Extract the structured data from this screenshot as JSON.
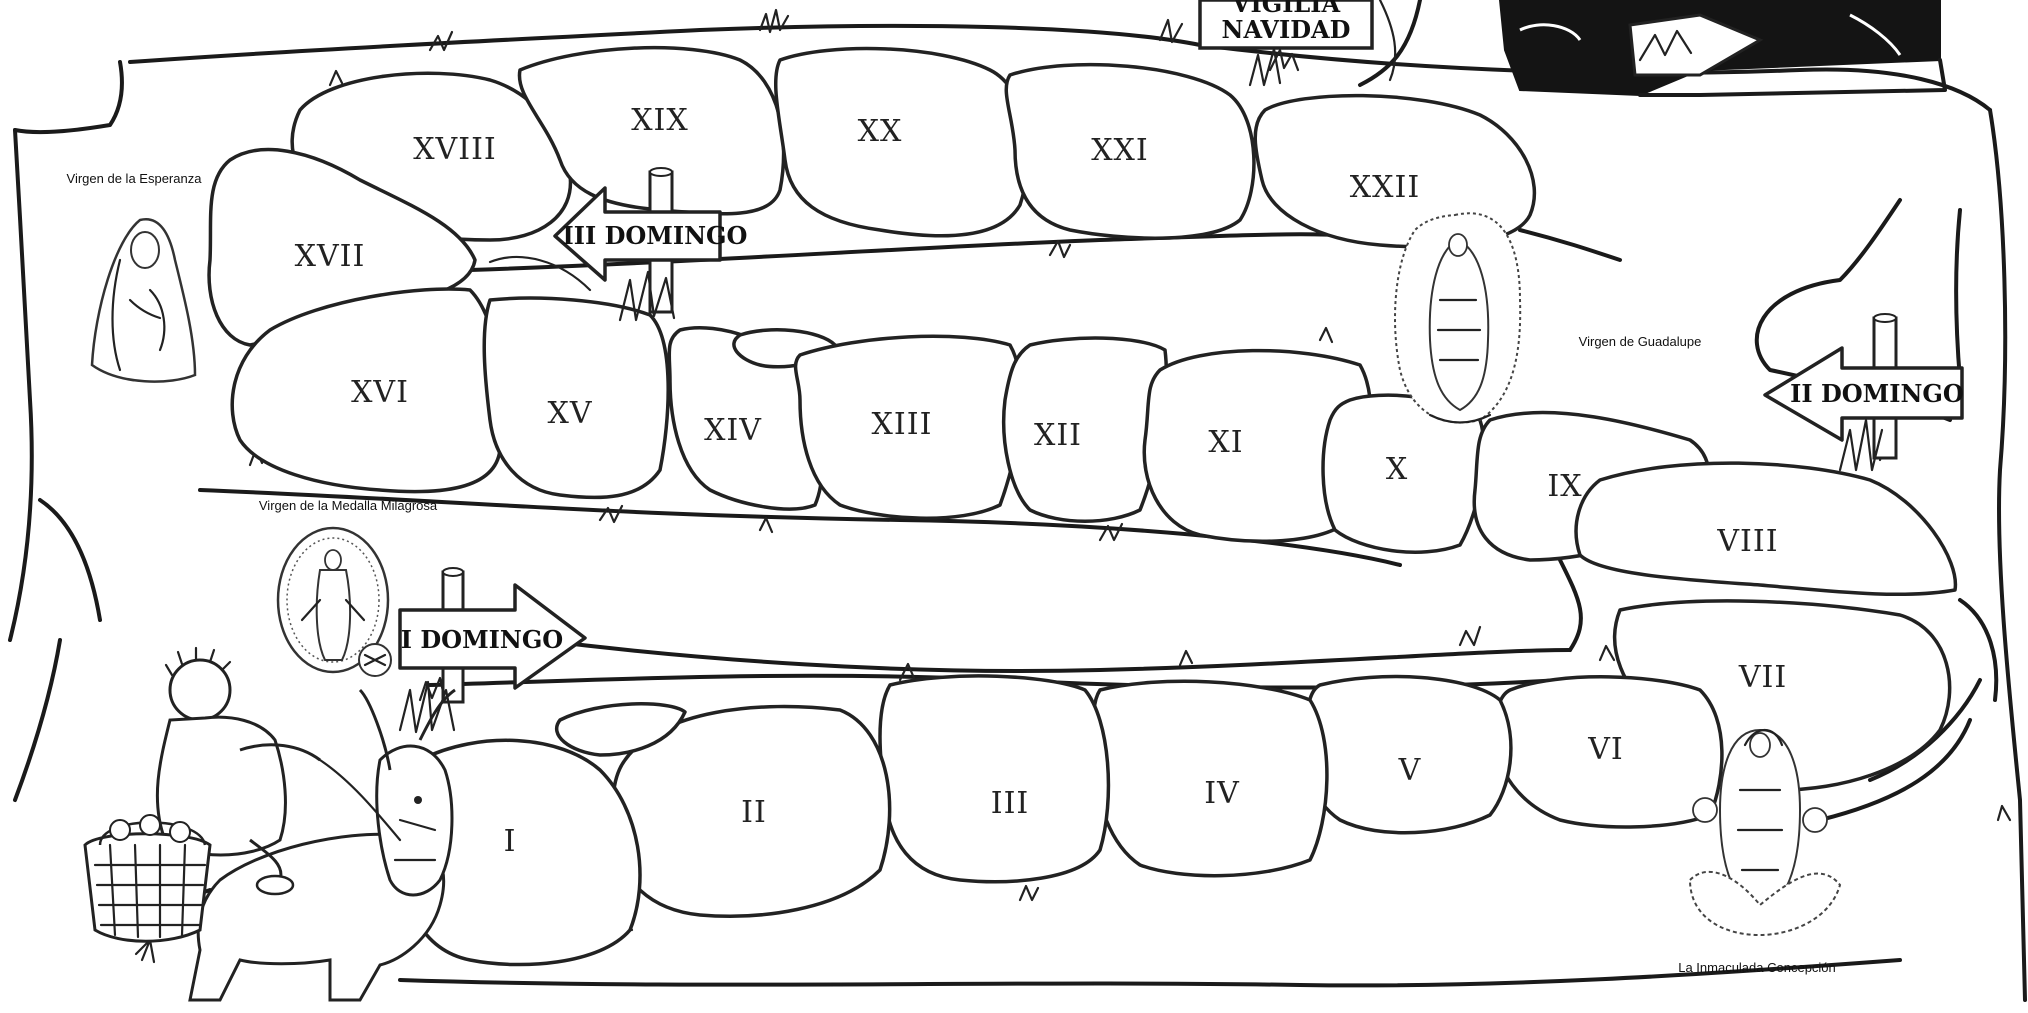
{
  "stones": [
    {
      "id": "I",
      "label": "I"
    },
    {
      "id": "II",
      "label": "II"
    },
    {
      "id": "III",
      "label": "III"
    },
    {
      "id": "IV",
      "label": "IV"
    },
    {
      "id": "V",
      "label": "V"
    },
    {
      "id": "VI",
      "label": "VI"
    },
    {
      "id": "VII",
      "label": "VII"
    },
    {
      "id": "VIII",
      "label": "VIII"
    },
    {
      "id": "IX",
      "label": "IX"
    },
    {
      "id": "X",
      "label": "X"
    },
    {
      "id": "XI",
      "label": "XI"
    },
    {
      "id": "XII",
      "label": "XII"
    },
    {
      "id": "XIII",
      "label": "XIII"
    },
    {
      "id": "XIV",
      "label": "XIV"
    },
    {
      "id": "XV",
      "label": "XV"
    },
    {
      "id": "XVI",
      "label": "XVI"
    },
    {
      "id": "XVII",
      "label": "XVII"
    },
    {
      "id": "XVIII",
      "label": "XVIII"
    },
    {
      "id": "XIX",
      "label": "XIX"
    },
    {
      "id": "XX",
      "label": "XX"
    },
    {
      "id": "XXI",
      "label": "XXI"
    },
    {
      "id": "XXII",
      "label": "XXII"
    }
  ],
  "signs": {
    "domingo_1": "I DOMINGO",
    "domingo_2": "II DOMINGO",
    "domingo_3": "III DOMINGO",
    "vigilia_line1": "VIGILIA",
    "vigilia_line2": "NAVIDAD"
  },
  "captions": {
    "esperanza": "Virgen de la Esperanza",
    "guadalupe": "Virgen de Guadalupe",
    "medalla": "Virgen de la Medalla Milagrosa",
    "inmaculada": "La Inmaculada Concepción"
  }
}
